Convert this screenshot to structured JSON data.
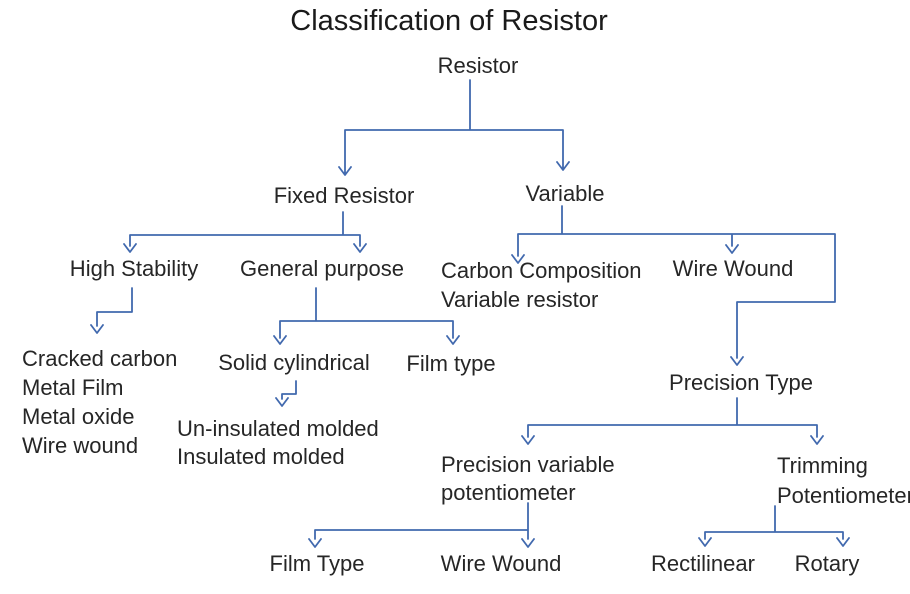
{
  "title": "Classification of Resistor",
  "diagram": {
    "line_color": "#4169ae",
    "nodes": {
      "resistor": "Resistor",
      "fixed_resistor": "Fixed Resistor",
      "variable": "Variable",
      "high_stability": "High Stability",
      "general_purpose": "General purpose",
      "carbon_composition": "Carbon Composition\nVariable resistor",
      "wire_wound_variable": "Wire Wound",
      "high_stability_types": "Cracked carbon\nMetal Film\nMetal oxide\nWire wound",
      "solid_cylindrical": "Solid cylindrical",
      "film_type_general": "Film type",
      "molded_types": "Un-insulated molded\nInsulated molded",
      "precision_type": "Precision Type",
      "precision_variable_potentiometer": "Precision variable\npotentiometer",
      "trimming_potentiometer": "Trimming\nPotentiometer",
      "film_type_precision": "Film Type",
      "wire_wound_precision": "Wire Wound",
      "rectilinear": "Rectilinear",
      "rotary": "Rotary"
    },
    "edges": [
      [
        "resistor",
        "fixed_resistor"
      ],
      [
        "resistor",
        "variable"
      ],
      [
        "fixed_resistor",
        "high_stability"
      ],
      [
        "fixed_resistor",
        "general_purpose"
      ],
      [
        "high_stability",
        "high_stability_types"
      ],
      [
        "general_purpose",
        "solid_cylindrical"
      ],
      [
        "general_purpose",
        "film_type_general"
      ],
      [
        "solid_cylindrical",
        "molded_types"
      ],
      [
        "variable",
        "carbon_composition"
      ],
      [
        "variable",
        "wire_wound_variable"
      ],
      [
        "variable",
        "precision_type"
      ],
      [
        "precision_type",
        "precision_variable_potentiometer"
      ],
      [
        "precision_type",
        "trimming_potentiometer"
      ],
      [
        "precision_variable_potentiometer",
        "film_type_precision"
      ],
      [
        "precision_variable_potentiometer",
        "wire_wound_precision"
      ],
      [
        "trimming_potentiometer",
        "rectilinear"
      ],
      [
        "trimming_potentiometer",
        "rotary"
      ]
    ]
  }
}
